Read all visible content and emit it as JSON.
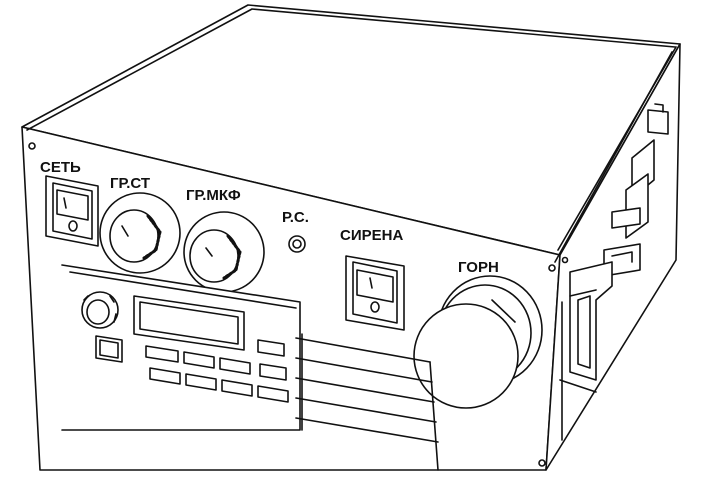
{
  "labels": {
    "power": "СЕТЬ",
    "gain_station": "ГР.СТ",
    "gain_mic": "ГР.МКФ",
    "radio_station": "Р.С.",
    "siren": "СИРЕНА",
    "horn": "ГОРН"
  },
  "icons": {
    "power_switch": "rocker-switch-icon",
    "siren_switch": "rocker-switch-icon",
    "knob": "rotary-knob-icon",
    "horn_button": "mushroom-button-icon",
    "indicator": "led-indicator-icon"
  },
  "colors": {
    "line": "#111111",
    "panel_fill": "#ffffff",
    "shade": "#d9d9d9",
    "dark_shade": "#8a8a8a"
  }
}
